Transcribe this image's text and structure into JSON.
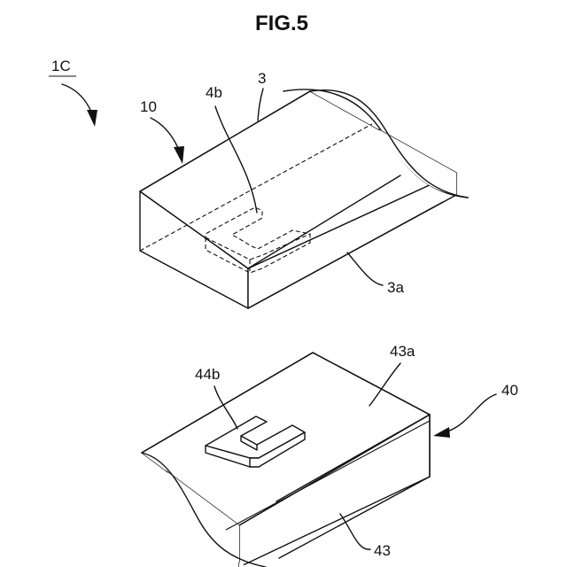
{
  "figure": {
    "title": "FIG.5"
  },
  "labels": {
    "assembly": "1C",
    "upper_unit": "10",
    "lead": "3",
    "terminal_pattern_upper": "4b",
    "lead_face": "3a",
    "lower_unit": "40",
    "substrate_top": "43a",
    "terminal_pattern_lower": "44b",
    "substrate": "43"
  }
}
